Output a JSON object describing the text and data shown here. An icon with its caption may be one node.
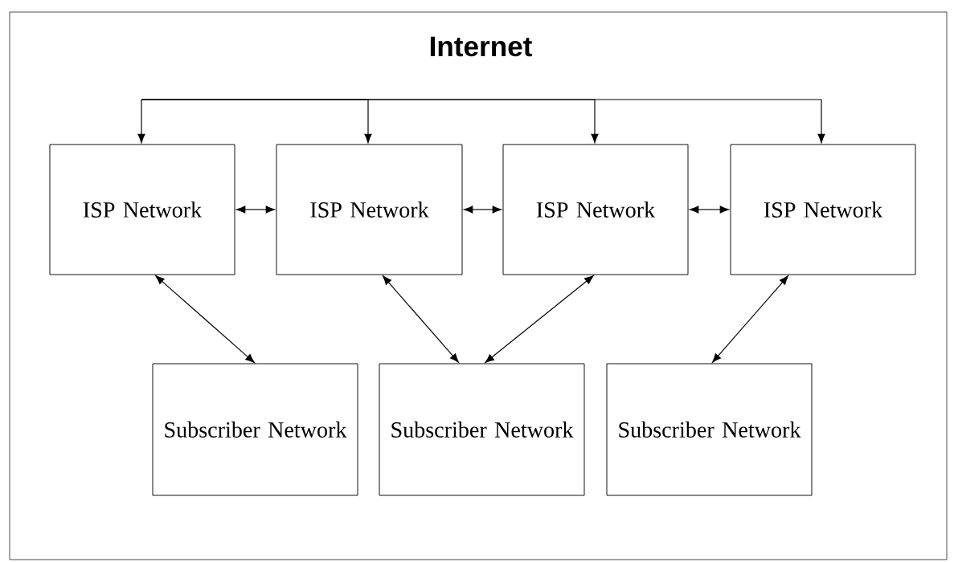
{
  "diagram": {
    "title": "Internet",
    "nodes": [
      {
        "text": [
          "ISP Network"
        ]
      },
      {
        "text": [
          "ISP Network"
        ]
      },
      {
        "text": [
          "ISP Network"
        ]
      },
      {
        "text": [
          "ISP Network"
        ]
      },
      {
        "text": [
          "Subscriber Network"
        ]
      },
      {
        "text": [
          "Subscriber Network"
        ]
      },
      {
        "text": [
          "Subscriber Network"
        ]
      }
    ],
    "edges": [
      {
        "from": null,
        "to": 0,
        "arrow": "to"
      },
      {
        "from": null,
        "to": 1,
        "arrow": "to"
      },
      {
        "from": null,
        "to": 2,
        "arrow": "to"
      },
      {
        "from": null,
        "to": 3,
        "arrow": "to"
      },
      {
        "from": 0,
        "to": 1,
        "arrow": "both"
      },
      {
        "from": 1,
        "to": 2,
        "arrow": "both"
      },
      {
        "from": 2,
        "to": 3,
        "arrow": "both"
      },
      {
        "from": 0,
        "to": 4,
        "arrow": "both"
      },
      {
        "from": 1,
        "to": 5,
        "arrow": "both"
      },
      {
        "from": 2,
        "to": 5,
        "arrow": "both"
      },
      {
        "from": 3,
        "to": 6,
        "arrow": "both"
      }
    ]
  }
}
